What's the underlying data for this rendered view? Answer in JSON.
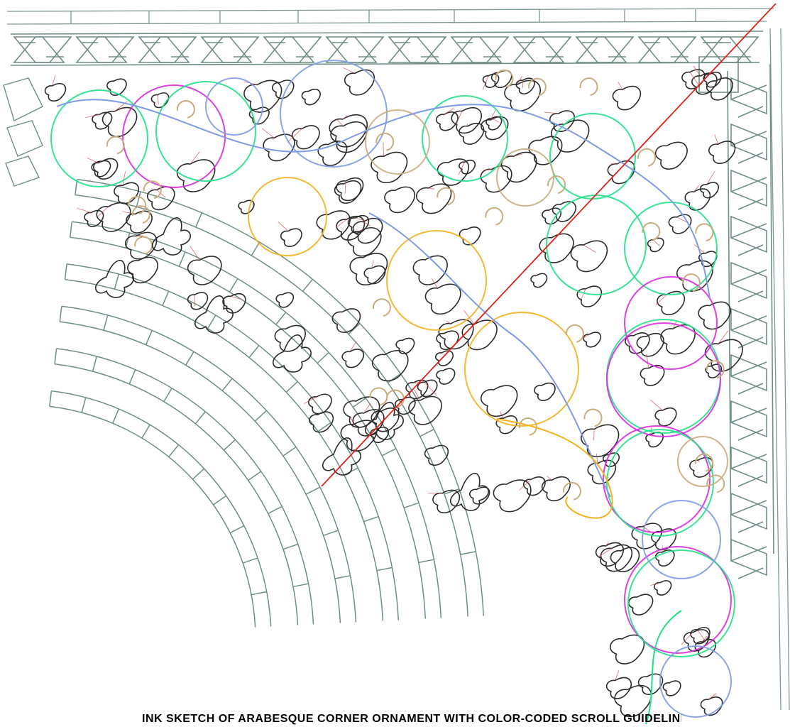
{
  "caption": "INK SKETCH OF ARABESQUE CORNER ORNAMENT WITH COLOR-CODED SCROLL GUIDELINES",
  "colors": {
    "outline": "#2b2b2b",
    "border": "#6f8f80",
    "border_inner": "#7d9a8c",
    "hairline": "#d24a4a",
    "diagonal": "#e0241c",
    "scroll_green": "#22e08a",
    "scroll_magenta": "#d92be0",
    "scroll_yellow": "#f2b321",
    "scroll_blue": "#7f9be6",
    "scroll_tan": "#c9ad7f",
    "background": "#ffffff"
  },
  "icons": [
    "arabesque-corner-drawing",
    "diagonal-symmetry-line"
  ]
}
